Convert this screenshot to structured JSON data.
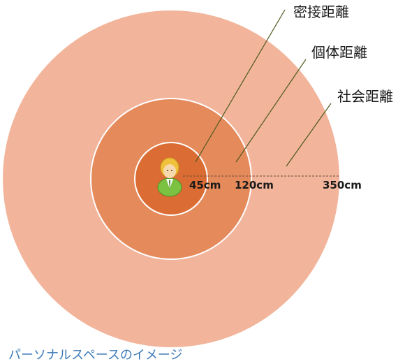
{
  "zones": [
    {
      "name": "密接距離",
      "distance": "45cm",
      "color": "#db6d34"
    },
    {
      "name": "個体距離",
      "distance": "120cm",
      "color": "#e58a5b"
    },
    {
      "name": "社会距離",
      "distance": "350cm",
      "color": "#f2b49b"
    }
  ],
  "caption": "パーソナルスペースのイメージ",
  "colors": {
    "leader_line": "#4d5a1e",
    "ring_border": "#ffffff",
    "person_hair": "#f0c13a",
    "person_body": "#7cc242"
  },
  "icons": {
    "center": "person-icon"
  }
}
